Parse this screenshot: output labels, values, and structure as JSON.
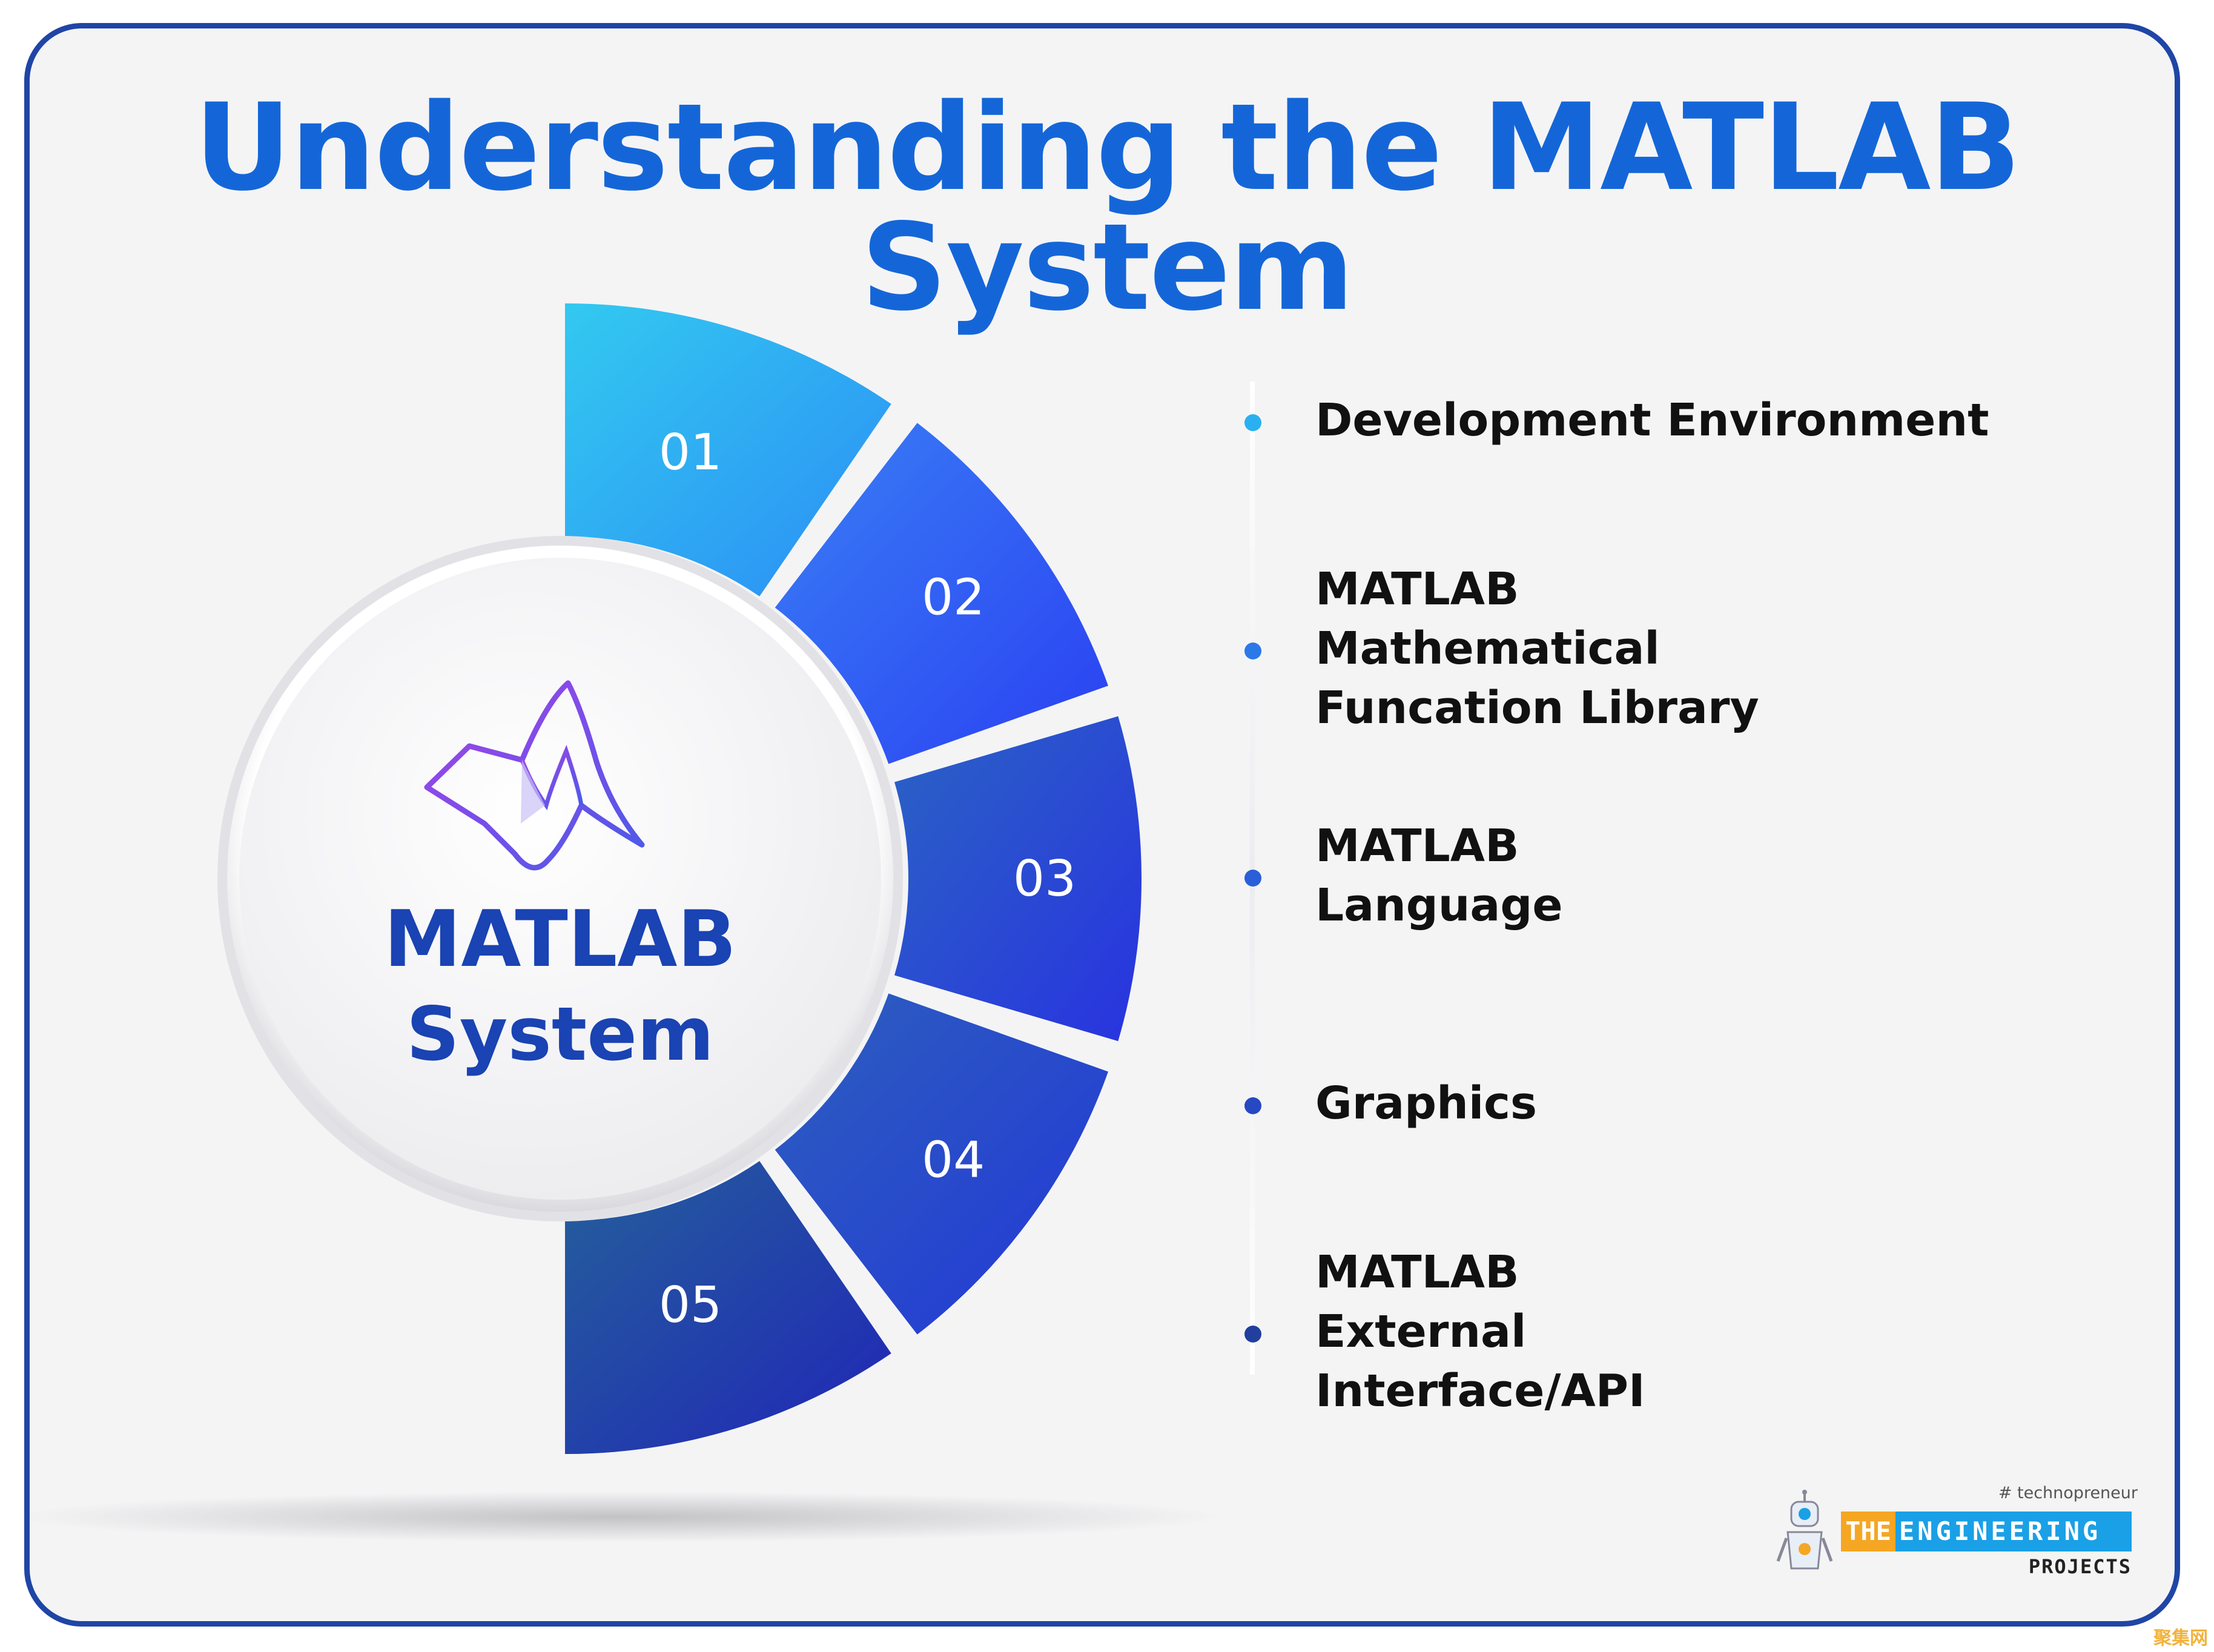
{
  "title": "Understanding the MATLAB System",
  "center": {
    "line1": "MATLAB",
    "line2": "System",
    "logo_icon": "matlab-logo-icon"
  },
  "segments": [
    {
      "num": "01",
      "color_from": "#33c9f0",
      "color_to": "#2b8df5"
    },
    {
      "num": "02",
      "color_from": "#3a7ff5",
      "color_to": "#2a40f2"
    },
    {
      "num": "03",
      "color_from": "#2a63c4",
      "color_to": "#2933e0"
    },
    {
      "num": "04",
      "color_from": "#2d5fbd",
      "color_to": "#2337d8"
    },
    {
      "num": "05",
      "color_from": "#25609a",
      "color_to": "#2025b8"
    }
  ],
  "items": [
    {
      "label": "Development Environment",
      "dot_color": "#2ab0f0"
    },
    {
      "label": "MATLAB\nMathematical\nFuncation Library",
      "dot_color": "#2b78e8"
    },
    {
      "label": "MATLAB\nLanguage",
      "dot_color": "#2b5fd8"
    },
    {
      "label": "Graphics",
      "dot_color": "#2648c2"
    },
    {
      "label": "MATLAB\nExternal\nInterface/API",
      "dot_color": "#223f9e"
    }
  ],
  "brand": {
    "tagline": "# technopreneur",
    "the": "THE",
    "engineering": "ENGINEERING",
    "projects": "PROJECTS"
  },
  "watermark": "聚集网"
}
